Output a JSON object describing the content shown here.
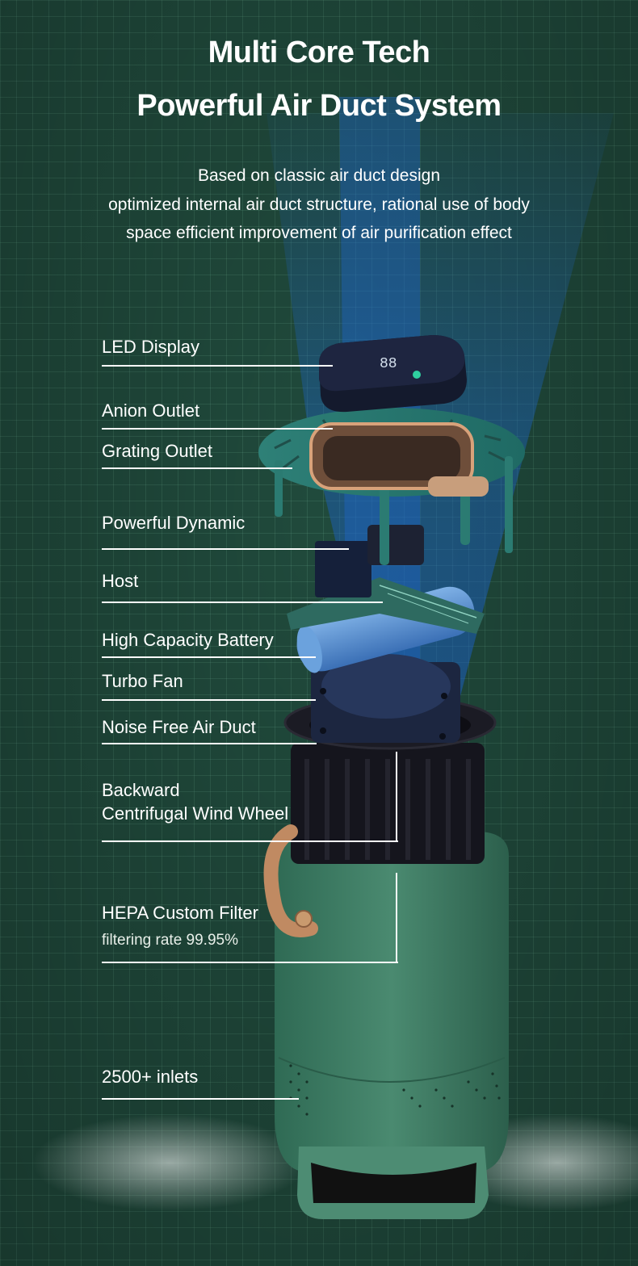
{
  "header": {
    "title_line1": "Multi Core Tech",
    "title_line2": "Powerful Air Duct System",
    "subtitle_lines": [
      "Based on classic air duct design",
      "optimized internal air duct structure, rational use of body",
      "space efficient improvement of air purification effect"
    ]
  },
  "callouts": [
    {
      "label": "LED Display"
    },
    {
      "label": "Anion Outlet"
    },
    {
      "label": "Grating Outlet"
    },
    {
      "label": "Powerful Dynamic"
    },
    {
      "label": "Host"
    },
    {
      "label": "High Capacity Battery"
    },
    {
      "label": "Turbo Fan"
    },
    {
      "label": "Noise Free Air Duct"
    },
    {
      "label_line1": "Backward",
      "label_line2": "Centrifugal Wind Wheel"
    },
    {
      "label": "HEPA Custom Filter",
      "detail": "filtering rate 99.95%"
    },
    {
      "label": "2500+ inlets"
    }
  ],
  "colors": {
    "background": "#204a3c",
    "grid": "#4f8a74",
    "beam": "#1e5fa8",
    "body_green": "#3f7a62",
    "accent_copper": "#c08a62"
  }
}
